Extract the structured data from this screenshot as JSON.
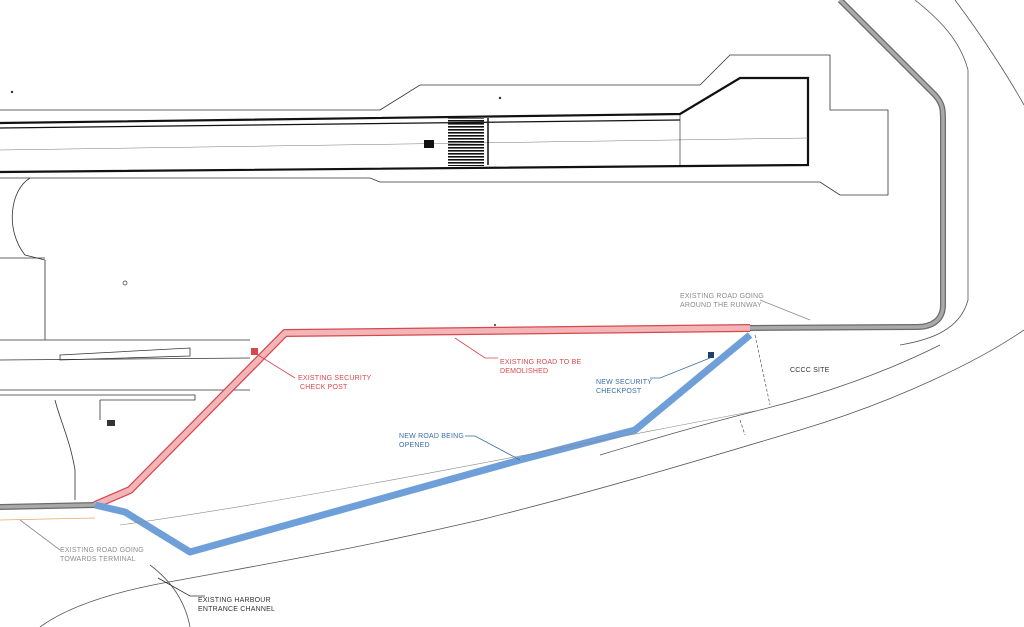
{
  "labels": {
    "existing_security_check_post": [
      "EXISTING SECURITY",
      "CHECK POST"
    ],
    "existing_road_to_be_demolished": [
      "EXISTING ROAD TO BE",
      "DEMOLISHED"
    ],
    "new_security_checkpost": [
      "NEW SECURITY",
      "CHECKPOST"
    ],
    "new_road_being_opened": [
      "NEW ROAD BEING",
      "OPENED"
    ],
    "existing_road_around_runway": [
      "EXISTING ROAD GOING",
      "AROUND THE RUNWAY"
    ],
    "cccc_site": "CCCC SITE",
    "existing_road_towards_terminal": [
      "EXISTING ROAD GOING",
      "TOWARDS TERMINAL"
    ],
    "existing_harbour_entrance_channel": [
      "EXISTING HARBOUR",
      "ENTRANCE CHANNEL"
    ]
  },
  "colors": {
    "road_to_be_demolished": "#f2b6b8",
    "road_to_be_demolished_edge": "#d8474c",
    "new_road": "#6f9fd8",
    "existing_road": "#6b6b6b",
    "linework": "#222222"
  }
}
